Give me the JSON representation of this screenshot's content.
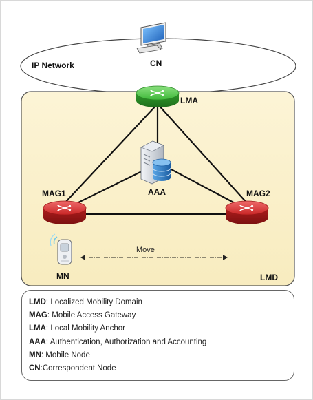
{
  "labels": {
    "ip_network": "IP Network",
    "cn": "CN",
    "lma": "LMA",
    "aaa": "AAA",
    "mag1": "MAG1",
    "mag2": "MAG2",
    "move": "Move",
    "mn": "MN",
    "lmd": "LMD"
  },
  "legend": [
    {
      "abbr": "LMD",
      "sep": ": ",
      "text": "Localized Mobility Domain"
    },
    {
      "abbr": "MAG",
      "sep": ": ",
      "text": "Mobile Access Gateway"
    },
    {
      "abbr": "LMA",
      "sep": ": ",
      "text": "Local Mobility Anchor"
    },
    {
      "abbr": "AAA",
      "sep": ": ",
      "text": "Authentication, Authorization and Accounting"
    },
    {
      "abbr": "MN",
      "sep": ": ",
      "text": "Mobile Node"
    },
    {
      "abbr": "CN",
      "sep": ":",
      "text": "Correspondent Node"
    }
  ],
  "colors": {
    "domain_fill": "#fbf2cc",
    "router_green": "#3fb83a",
    "router_red": "#d12b2b",
    "server_gray": "#d9dde3",
    "db_blue": "#2f7fc8"
  },
  "icons": {
    "cn": "desktop-computer-icon",
    "lma": "router-icon",
    "mag": "router-icon",
    "aaa": "server-database-icon",
    "mn": "mobile-phone-icon"
  }
}
